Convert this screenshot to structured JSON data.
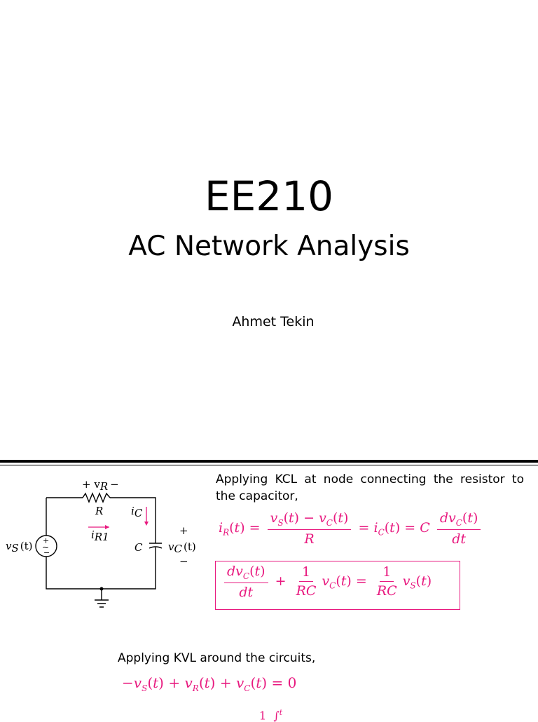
{
  "slide1": {
    "title": "EE210",
    "subtitle": "AC Network Analysis",
    "author": "Ahmet Tekin"
  },
  "slide2": {
    "kcl_text_line1": "Applying KCL at node connecting the resistor to",
    "kcl_text_line2": "the capacitor,",
    "kvl_text": "Applying KVL around the circuits,",
    "circuit": {
      "vr_label": "+ v",
      "vr_sub": "R",
      "vr_minus": "−",
      "r_label": "R",
      "ir_label": "i",
      "ir_sub": "R1",
      "ic_label": "i",
      "ic_sub": "C",
      "c_label": "C",
      "vc_plus": "+",
      "vc_label": "v",
      "vc_sub": "C",
      "vc_arg": "(t)",
      "vc_minus": "−",
      "vs_label": "v",
      "vs_sub": "S",
      "vs_arg": "(t)"
    },
    "accent_color": "#e8197f"
  }
}
